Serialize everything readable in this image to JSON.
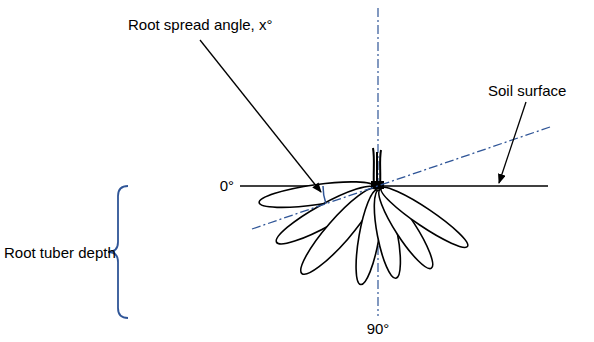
{
  "diagram": {
    "labels": [
      "Root spread angle, x°",
      "Soil surface",
      "0°",
      "Root tuber depth",
      "90°"
    ]
  }
}
